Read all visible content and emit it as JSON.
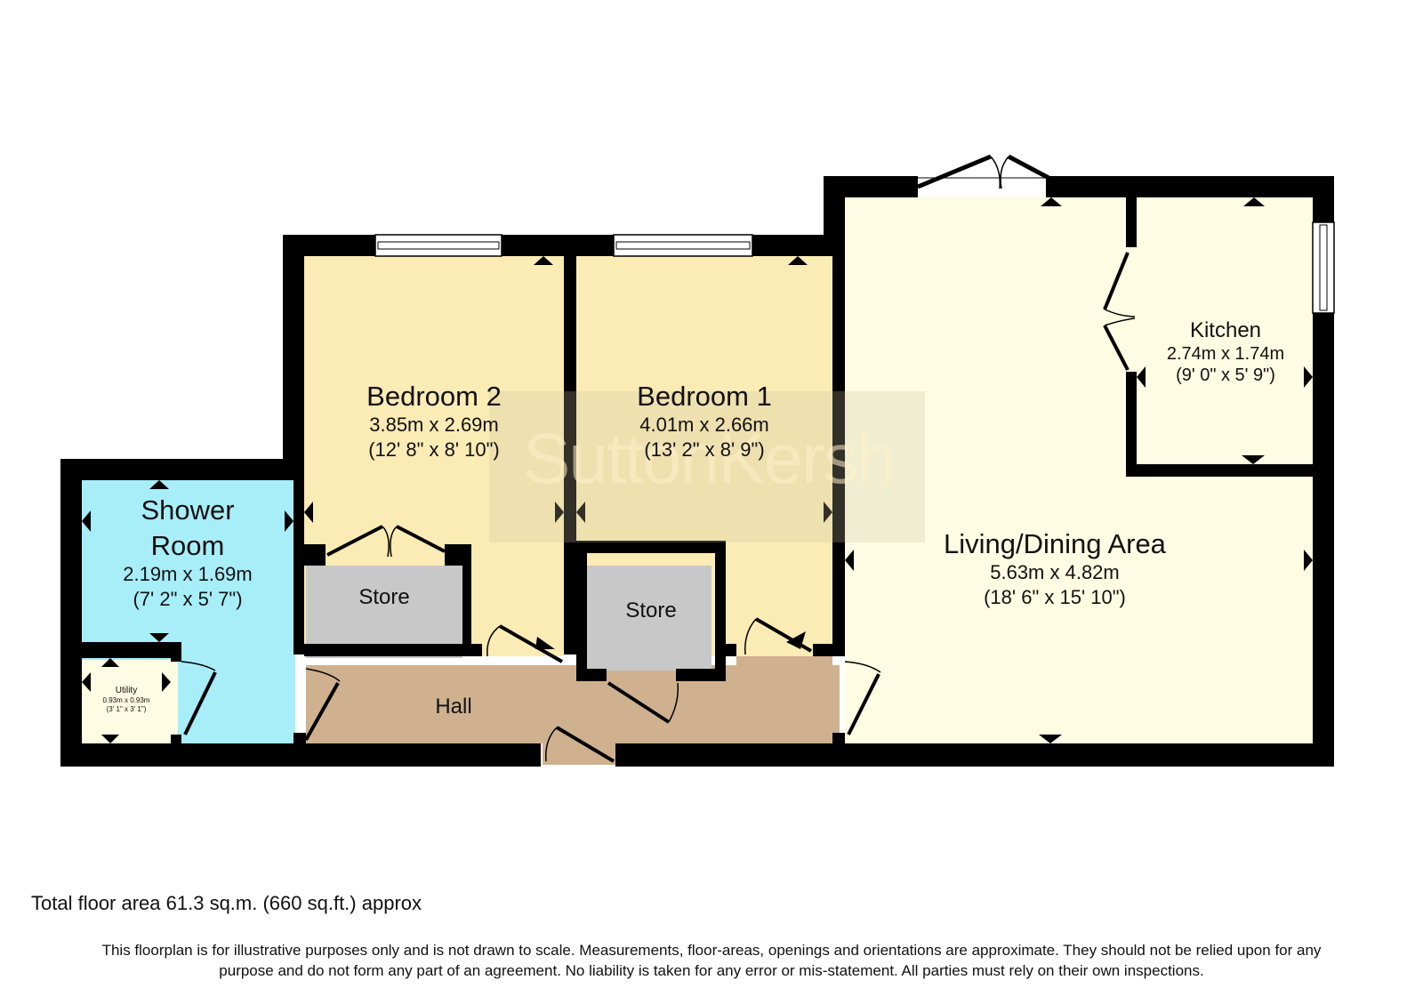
{
  "floorplan": {
    "watermark": "SuttonKersh",
    "colors": {
      "bedroom": "#FBEBB4",
      "living": "#FEFCE2",
      "kitchen": "#FEFCE2",
      "shower": "#A7EEF9",
      "utility": "#FEFCE2",
      "hall": "#CFB190",
      "store": "#C8C8C8",
      "wall": "#000000"
    },
    "rooms": [
      {
        "id": "bedroom2",
        "name": "Bedroom 2",
        "metric": "3.85m x 2.69m",
        "imperial": "(12' 8\" x 8' 10\")"
      },
      {
        "id": "bedroom1",
        "name": "Bedroom 1",
        "metric": "4.01m x 2.66m",
        "imperial": "(13' 2\" x 8' 9\")"
      },
      {
        "id": "kitchen",
        "name": "Kitchen",
        "metric": "2.74m x 1.74m",
        "imperial": "(9' 0\" x 5' 9\")"
      },
      {
        "id": "living",
        "name": "Living/Dining Area",
        "metric": "5.63m x 4.82m",
        "imperial": "(18' 6\" x 15' 10\")"
      },
      {
        "id": "shower",
        "name_line1": "Shower",
        "name_line2": "Room",
        "metric": "2.19m x 1.69m",
        "imperial": "(7' 2\" x 5' 7\")"
      },
      {
        "id": "utility",
        "name": "Utility",
        "metric": "0.93m x 0.93m",
        "imperial": "(3' 1\" x 3' 1\")"
      },
      {
        "id": "store1",
        "name": "Store"
      },
      {
        "id": "store2",
        "name": "Store"
      },
      {
        "id": "hall",
        "name": "Hall"
      }
    ]
  },
  "footer": {
    "total_area": "Total floor area 61.3 sq.m. (660 sq.ft.) approx",
    "disclaimer_line1": "This floorplan is for illustrative purposes only and is not drawn to scale. Measurements, floor-areas, openings and orientations are approximate. They should not be relied upon for any",
    "disclaimer_line2": "purpose and do not form any part of an agreement. No liability is taken for any error or mis-statement. All parties must rely on their own inspections."
  }
}
